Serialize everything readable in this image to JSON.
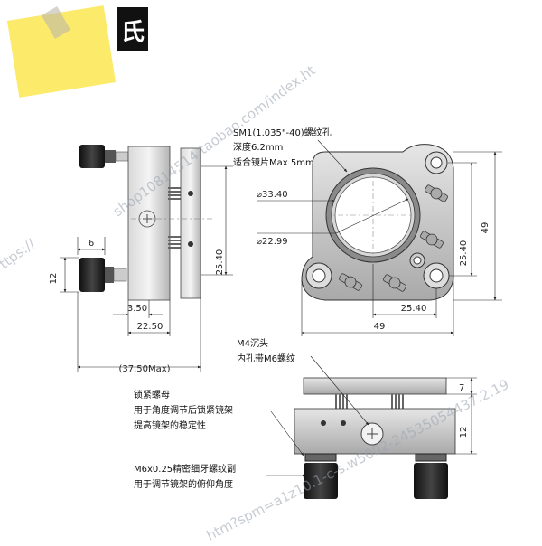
{
  "header": {
    "glyph": "氏"
  },
  "watermark": {
    "top_diagonal": "shop10814514.taobao.com/index.ht",
    "left_edge": "ttps://",
    "bottom_diagonal": "htm?spm=a1z10.1-c-s.w5002-24535054437.2.19"
  },
  "colors": {
    "sticky_note": "#fcea6a",
    "header_block": "#111111",
    "part_dark": "#2a2a2a",
    "part_mid": "#6b6b6b",
    "part_light": "#cfcfcf",
    "line": "#222222"
  },
  "side_view": {
    "dim_6": "6",
    "dim_12": "12",
    "dim_3_50": "3.50",
    "dim_22_50": "22.50",
    "dim_25_40": "25.40",
    "dim_37_50": "(37.50Max)"
  },
  "front_view": {
    "note_line1": "SM1(1.035\"-40)螺纹孔",
    "note_line2": "深度6.2mm",
    "note_line3": "适合镜片Max 5mm",
    "dia_33_40": "⌀33.40",
    "dia_22_99": "⌀22.99",
    "dim_49_right": "49",
    "dim_25_40_right": "25.40",
    "dim_25_40_bottom": "25.40",
    "dim_49_bottom": "49"
  },
  "bottom_view": {
    "m4_line1": "M4沉头",
    "m4_line2": "内孔带M6螺纹",
    "lock_line1": "锁紧螺母",
    "lock_line2": "用于角度调节后锁紧镜架",
    "lock_line3": "提高镜架的稳定性",
    "m6_line1": "M6x0.25精密细牙螺纹副",
    "m6_line2": "用于调节镜架的俯仰角度",
    "dim_7": "7",
    "dim_12": "12"
  }
}
